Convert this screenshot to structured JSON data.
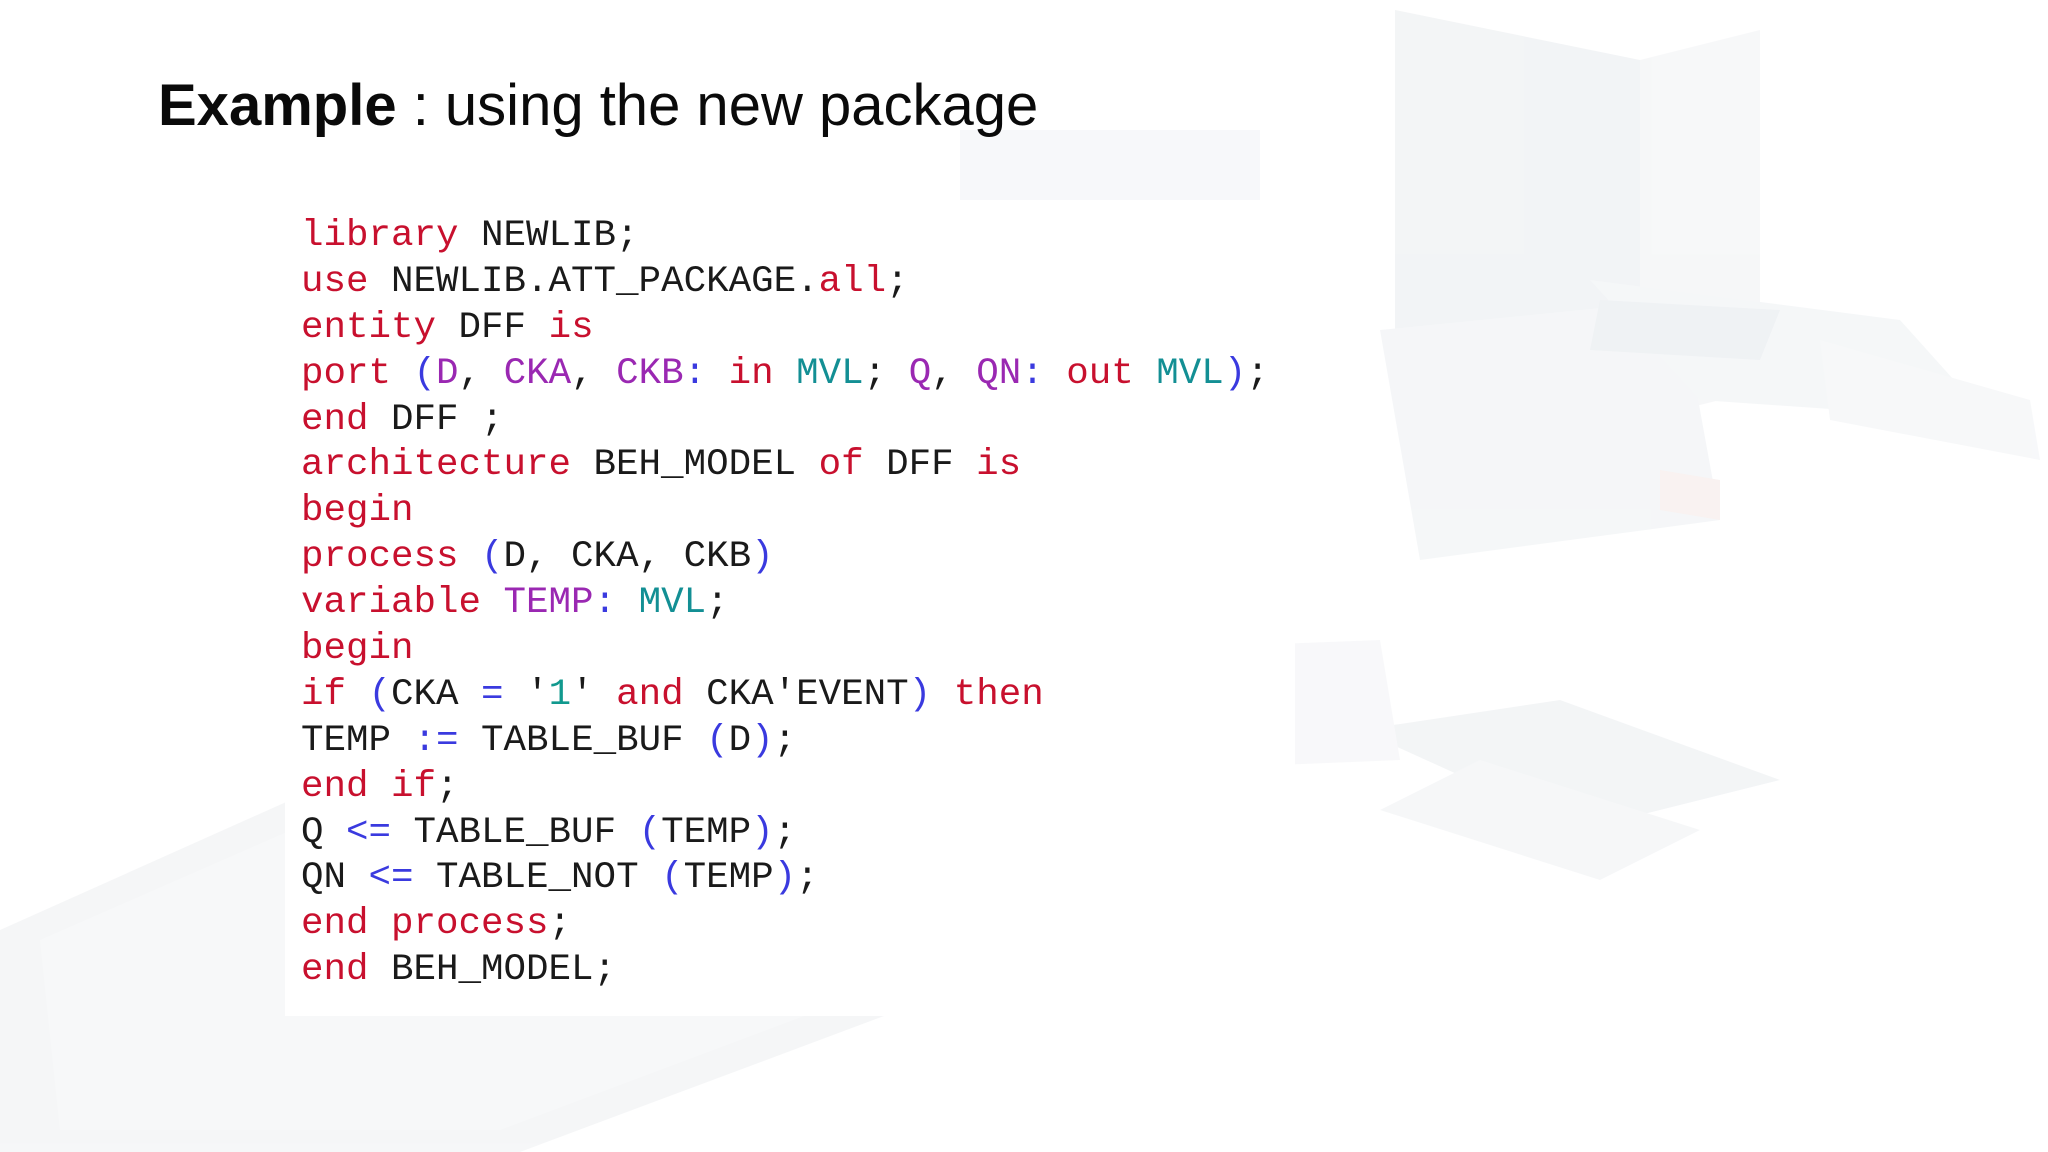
{
  "slide": {
    "title_bold": "Example",
    "title_rest": " : using the new package"
  },
  "colors": {
    "background": "#ffffff",
    "title_text": "#0a0a0a",
    "keyword": "#c8102e",
    "identifier": "#1a1a1a",
    "punctuation": "#3a3adf",
    "port_name": "#9a28b2",
    "type_name": "#138f94",
    "char_literal": "#11998e"
  },
  "code": {
    "language": "VHDL",
    "lines": [
      [
        {
          "t": "library",
          "c": "kw"
        },
        {
          "t": " NEWLIB;",
          "c": "id"
        }
      ],
      [
        {
          "t": "use",
          "c": "kw"
        },
        {
          "t": " NEWLIB.ATT_PACKAGE.",
          "c": "id"
        },
        {
          "t": "all",
          "c": "kw"
        },
        {
          "t": ";",
          "c": "id"
        }
      ],
      [
        {
          "t": "entity",
          "c": "kw"
        },
        {
          "t": " DFF ",
          "c": "id"
        },
        {
          "t": "is",
          "c": "kw"
        }
      ],
      [
        {
          "t": "port",
          "c": "kw"
        },
        {
          "t": " (",
          "c": "pn"
        },
        {
          "t": "D",
          "c": "pt"
        },
        {
          "t": ", ",
          "c": "id"
        },
        {
          "t": "CKA",
          "c": "pt"
        },
        {
          "t": ", ",
          "c": "id"
        },
        {
          "t": "CKB",
          "c": "pt"
        },
        {
          "t": ": ",
          "c": "pn"
        },
        {
          "t": "in",
          "c": "kw"
        },
        {
          "t": " ",
          "c": "id"
        },
        {
          "t": "MVL",
          "c": "ty"
        },
        {
          "t": "; ",
          "c": "id"
        },
        {
          "t": "Q",
          "c": "pt"
        },
        {
          "t": ", ",
          "c": "id"
        },
        {
          "t": "QN",
          "c": "pt"
        },
        {
          "t": ": ",
          "c": "pn"
        },
        {
          "t": "out",
          "c": "kw"
        },
        {
          "t": " ",
          "c": "id"
        },
        {
          "t": "MVL",
          "c": "ty"
        },
        {
          "t": ")",
          "c": "pn"
        },
        {
          "t": ";",
          "c": "id"
        }
      ],
      [
        {
          "t": "end",
          "c": "kw"
        },
        {
          "t": " DFF ;",
          "c": "id"
        }
      ],
      [
        {
          "t": "architecture",
          "c": "kw"
        },
        {
          "t": " BEH_MODEL ",
          "c": "id"
        },
        {
          "t": "of",
          "c": "kw"
        },
        {
          "t": " DFF ",
          "c": "id"
        },
        {
          "t": "is",
          "c": "kw"
        }
      ],
      [
        {
          "t": "begin",
          "c": "kw"
        }
      ],
      [
        {
          "t": "process",
          "c": "kw"
        },
        {
          "t": " (",
          "c": "pn"
        },
        {
          "t": "D, CKA, CKB",
          "c": "id"
        },
        {
          "t": ")",
          "c": "pn"
        }
      ],
      [
        {
          "t": "variable",
          "c": "kw"
        },
        {
          "t": " ",
          "c": "id"
        },
        {
          "t": "TEMP",
          "c": "pt"
        },
        {
          "t": ": ",
          "c": "pn"
        },
        {
          "t": "MVL",
          "c": "ty"
        },
        {
          "t": ";",
          "c": "id"
        }
      ],
      [
        {
          "t": "begin",
          "c": "kw"
        }
      ],
      [
        {
          "t": "if",
          "c": "kw"
        },
        {
          "t": " (",
          "c": "pn"
        },
        {
          "t": "CKA ",
          "c": "id"
        },
        {
          "t": "=",
          "c": "pn"
        },
        {
          "t": " '",
          "c": "id"
        },
        {
          "t": "1",
          "c": "ch"
        },
        {
          "t": "' ",
          "c": "id"
        },
        {
          "t": "and",
          "c": "kw"
        },
        {
          "t": " CKA'EVENT",
          "c": "id"
        },
        {
          "t": ")",
          "c": "pn"
        },
        {
          "t": " ",
          "c": "id"
        },
        {
          "t": "then",
          "c": "kw"
        }
      ],
      [
        {
          "t": "TEMP ",
          "c": "id"
        },
        {
          "t": ":=",
          "c": "pn"
        },
        {
          "t": " TABLE_BUF ",
          "c": "id"
        },
        {
          "t": "(",
          "c": "pn"
        },
        {
          "t": "D",
          "c": "id"
        },
        {
          "t": ")",
          "c": "pn"
        },
        {
          "t": ";",
          "c": "id"
        }
      ],
      [
        {
          "t": "end",
          "c": "kw"
        },
        {
          "t": " ",
          "c": "id"
        },
        {
          "t": "if",
          "c": "kw"
        },
        {
          "t": ";",
          "c": "id"
        }
      ],
      [
        {
          "t": "Q ",
          "c": "id"
        },
        {
          "t": "<=",
          "c": "pn"
        },
        {
          "t": " TABLE_BUF ",
          "c": "id"
        },
        {
          "t": "(",
          "c": "pn"
        },
        {
          "t": "TEMP",
          "c": "id"
        },
        {
          "t": ")",
          "c": "pn"
        },
        {
          "t": ";",
          "c": "id"
        }
      ],
      [
        {
          "t": "QN ",
          "c": "id"
        },
        {
          "t": "<=",
          "c": "pn"
        },
        {
          "t": " TABLE_NOT ",
          "c": "id"
        },
        {
          "t": "(",
          "c": "pn"
        },
        {
          "t": "TEMP",
          "c": "id"
        },
        {
          "t": ")",
          "c": "pn"
        },
        {
          "t": ";",
          "c": "id"
        }
      ],
      [
        {
          "t": "end",
          "c": "kw"
        },
        {
          "t": " ",
          "c": "id"
        },
        {
          "t": "process",
          "c": "kw"
        },
        {
          "t": ";",
          "c": "id"
        }
      ],
      [
        {
          "t": "end",
          "c": "kw"
        },
        {
          "t": " BEH_MODEL;",
          "c": "id"
        }
      ]
    ]
  }
}
